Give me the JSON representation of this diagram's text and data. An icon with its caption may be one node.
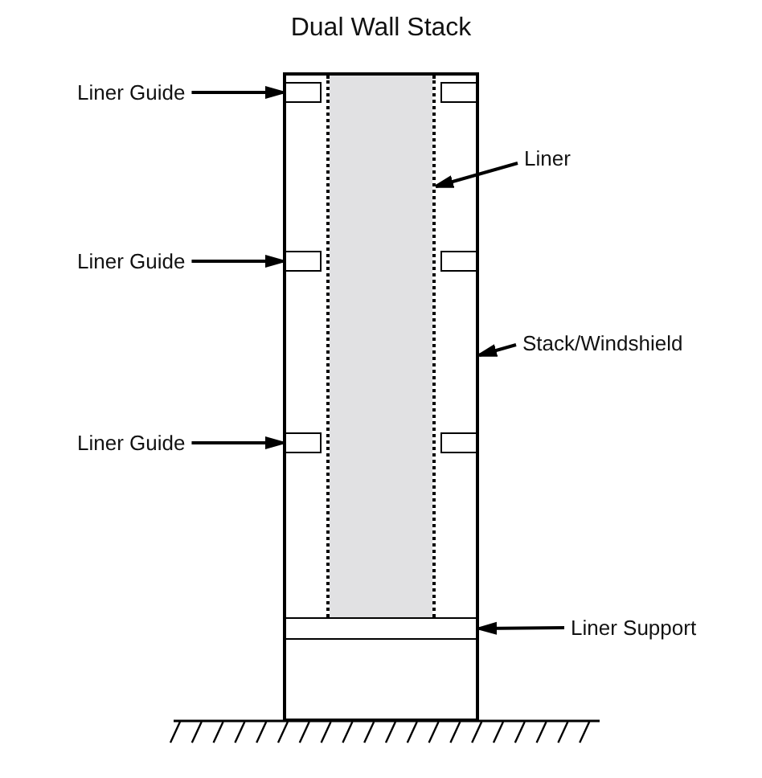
{
  "diagram": {
    "title": "Dual Wall Stack",
    "nodes": [
      {
        "text": [
          "Liner Guide"
        ]
      },
      {
        "text": [
          "Liner"
        ]
      },
      {
        "text": [
          "Liner Guide"
        ]
      },
      {
        "text": [
          "Stack/Windshield"
        ]
      },
      {
        "text": [
          "Liner Guide"
        ]
      },
      {
        "text": [
          "Liner Support"
        ]
      },
      {
        "text": [],
        "shape": "box"
      },
      {
        "text": [],
        "shape": "box",
        "in": 6
      },
      {
        "text": [],
        "shape": "box",
        "in": 6
      },
      {
        "text": [],
        "shape": "box",
        "in": 6
      },
      {
        "text": [],
        "shape": "box",
        "in": 6
      },
      {
        "text": [],
        "shape": "box",
        "in": 6
      },
      {
        "text": [],
        "shape": "box",
        "in": 6
      },
      {
        "text": [],
        "shape": "box",
        "in": 6
      },
      {
        "text": [],
        "shape": "bar",
        "in": 6
      }
    ],
    "edges": [
      {
        "from": 0,
        "to": 7,
        "arrow": "to"
      },
      {
        "from": 1,
        "to": 13,
        "arrow": "to"
      },
      {
        "from": 2,
        "to": 9,
        "arrow": "to"
      },
      {
        "from": 3,
        "to": 6,
        "arrow": "to"
      },
      {
        "from": 4,
        "to": 11,
        "arrow": "to"
      },
      {
        "from": 5,
        "to": 14,
        "arrow": "to"
      }
    ]
  }
}
